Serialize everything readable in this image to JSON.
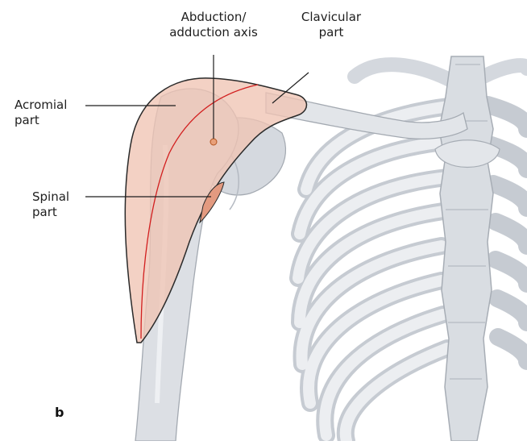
{
  "labels": {
    "abduction_line1": "Abduction/",
    "abduction_line2": "adduction axis",
    "clavicular_line1": "Clavicular",
    "clavicular_line2": "part",
    "acromial_line1": "Acromial",
    "acromial_line2": "part",
    "spinal_line1": "Spinal",
    "spinal_line2": "part",
    "panel": "b"
  },
  "colors": {
    "bone": "#dfe2e6",
    "bone_shadow": "#c3c8cf",
    "bone_outline": "#9aa0a8",
    "muscle_fill": "#f0c4b4",
    "muscle_outline": "#2a2a2a",
    "axis_line": "#d21f1f",
    "spinal_fill": "#e39a80",
    "leader_line": "#1e1e1e"
  }
}
